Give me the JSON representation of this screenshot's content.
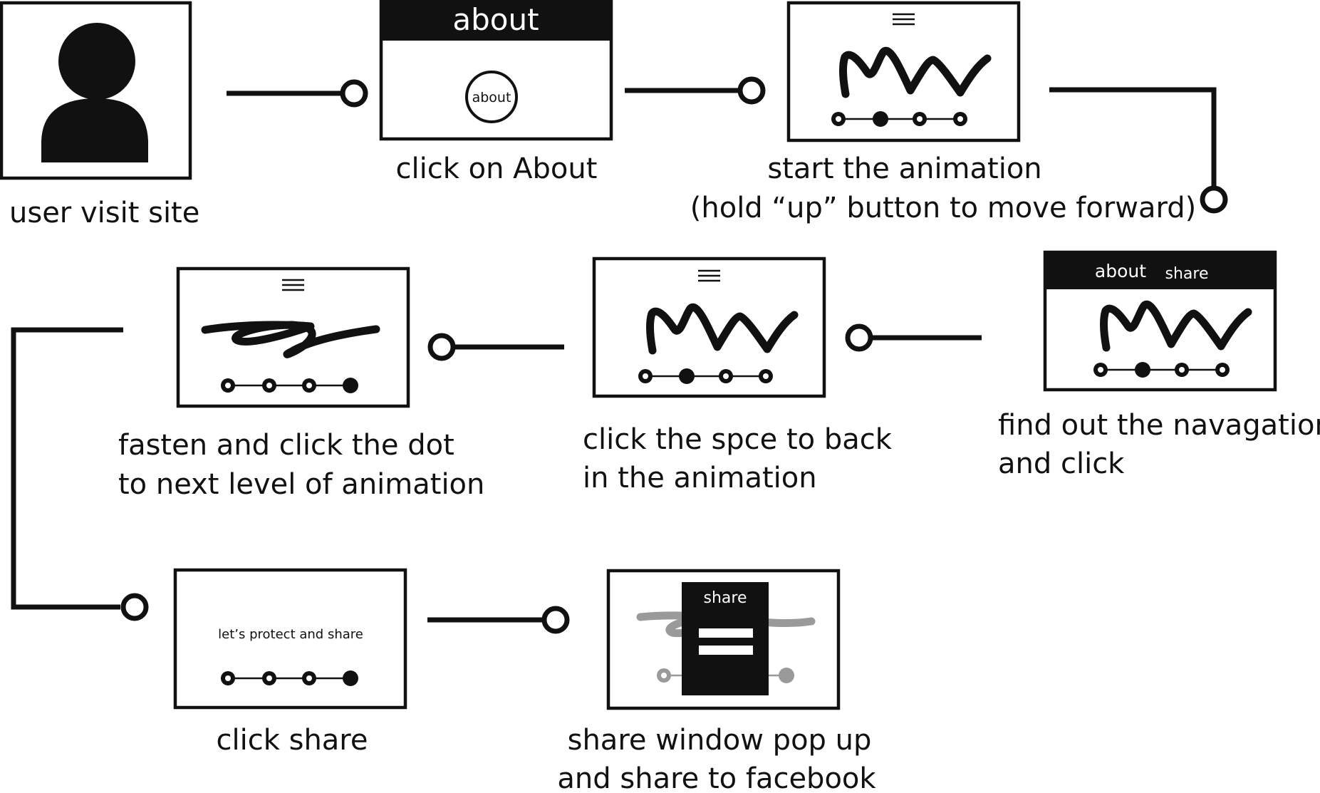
{
  "steps": {
    "visit": {
      "caption": "user visit site",
      "icon": "user-avatar-icon"
    },
    "about": {
      "caption": "click on About",
      "header_label": "about",
      "button_label": "about"
    },
    "start": {
      "caption_line1": "start the animation",
      "caption_line2": "(hold “up” button to move forward)",
      "menu_icon": "hamburger-menu-icon"
    },
    "fasten": {
      "caption_line1": "fasten and click the dot",
      "caption_line2": "to next level of animation",
      "menu_icon": "hamburger-menu-icon"
    },
    "back": {
      "caption_line1": "click the spce to back",
      "caption_line2": "in the animation",
      "menu_icon": "hamburger-menu-icon"
    },
    "nav": {
      "caption_line1": "find out the navagation",
      "caption_line2": "and click",
      "nav_about": "about",
      "nav_share": "share"
    },
    "click_share": {
      "caption": "click share",
      "message": "let’s protect and share"
    },
    "share_popup": {
      "caption_line1": "share window pop up",
      "caption_line2": "and share to facebook",
      "popup_title": "share"
    }
  },
  "colors": {
    "ink": "#111111",
    "muted": "#9a9a9a",
    "paper": "#ffffff"
  }
}
